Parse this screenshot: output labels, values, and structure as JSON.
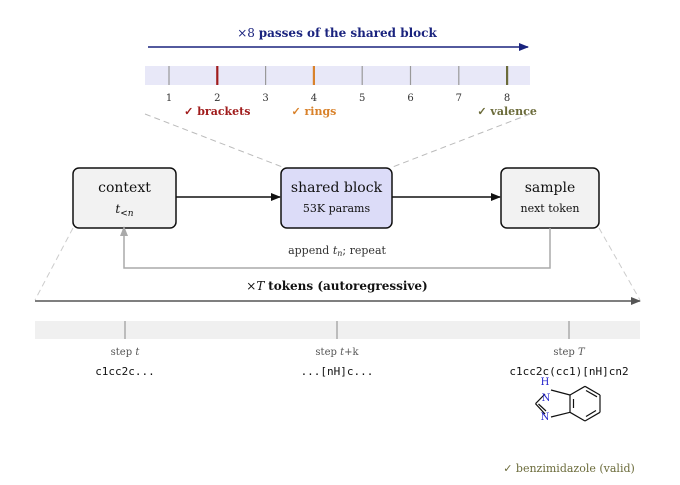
{
  "passes": {
    "title_prefix": "×",
    "title_count": "8",
    "title_suffix": "passes of the shared block",
    "ticks": [
      "1",
      "2",
      "3",
      "4",
      "5",
      "6",
      "7",
      "8"
    ],
    "milestones": [
      {
        "pass": 2,
        "label": "✓ brackets",
        "color": "#a01c1c"
      },
      {
        "pass": 4,
        "label": "✓ rings",
        "color": "#d9822b"
      },
      {
        "pass": 8,
        "label": "✓ valence",
        "color": "#6b6b3a"
      }
    ],
    "arrow_color": "#1a237e",
    "strip_color": "#e8e8f8"
  },
  "boxes": {
    "context": {
      "title": "context",
      "sub_var": "t",
      "sub_script": "<n"
    },
    "shared": {
      "title": "shared block",
      "sub": "53K params",
      "fill": "#dcdcf8"
    },
    "sample": {
      "title": "sample",
      "sub": "next token"
    }
  },
  "feedback": {
    "label_a": "append ",
    "label_var": "t",
    "label_sub": "n",
    "label_b": "; repeat"
  },
  "tokens": {
    "prefix": "×",
    "var": "T",
    "suffix": "tokens (autoregressive)",
    "steps": [
      {
        "label_a": "step ",
        "label_var": "t",
        "label_b": "",
        "seq": "c1cc2c..."
      },
      {
        "label_a": "step ",
        "label_var": "t",
        "label_b": "+k",
        "seq": "...[nH]c..."
      },
      {
        "label_a": "step ",
        "label_var": "T",
        "label_b": "",
        "seq": "c1cc2c(cc1)[nH]cn2"
      }
    ],
    "molecule_atoms": [
      "H",
      "N",
      "N"
    ],
    "molecule_color": "#2222cc",
    "result": "✓ benzimidazole (valid)",
    "result_color": "#6b6b3a"
  }
}
